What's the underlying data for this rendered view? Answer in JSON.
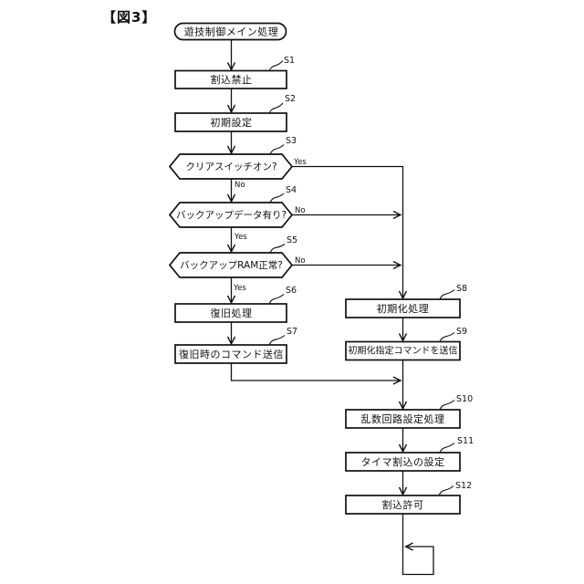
{
  "figure_label": "【図3】",
  "flowchart": {
    "start": {
      "label": "遊技制御メイン処理"
    },
    "nodes": [
      {
        "id": "S1",
        "type": "process",
        "label": "割込禁止"
      },
      {
        "id": "S2",
        "type": "process",
        "label": "初期設定"
      },
      {
        "id": "S3",
        "type": "decision",
        "label": "クリアスイッチオン?",
        "right_label": "Yes",
        "down_label": "No"
      },
      {
        "id": "S4",
        "type": "decision",
        "label": "バックアップデータ有り?",
        "right_label": "No",
        "down_label": "Yes"
      },
      {
        "id": "S5",
        "type": "decision",
        "label": "バックアップRAM正常?",
        "right_label": "No",
        "down_label": "Yes"
      },
      {
        "id": "S6",
        "type": "process",
        "label": "復旧処理"
      },
      {
        "id": "S7",
        "type": "process",
        "label": "復旧時のコマンド送信"
      },
      {
        "id": "S8",
        "type": "process",
        "label": "初期化処理"
      },
      {
        "id": "S9",
        "type": "process",
        "label": "初期化指定コマンドを送信"
      },
      {
        "id": "S10",
        "type": "process",
        "label": "乱数回路設定処理"
      },
      {
        "id": "S11",
        "type": "process",
        "label": "タイマ割込の設定"
      },
      {
        "id": "S12",
        "type": "process",
        "label": "割込許可"
      }
    ],
    "colors": {
      "line": "#111111",
      "background": "#ffffff"
    }
  }
}
